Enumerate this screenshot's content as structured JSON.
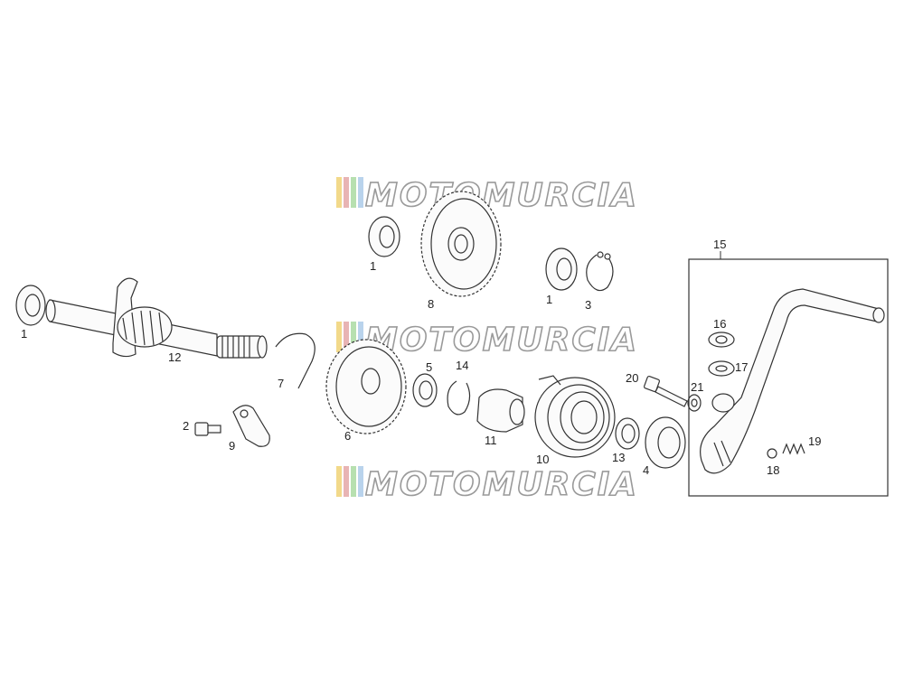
{
  "watermark": {
    "text": "MOTOMURCIA",
    "colors": [
      "#f2d98a",
      "#e8b4b4",
      "#b7e0b0",
      "#b9d3ec"
    ]
  },
  "callouts": {
    "c1a": "1",
    "c1b": "1",
    "c1c": "1",
    "c2": "2",
    "c3": "3",
    "c4": "4",
    "c5": "5",
    "c6": "6",
    "c7": "7",
    "c8": "8",
    "c9": "9",
    "c10": "10",
    "c11": "11",
    "c12": "12",
    "c13": "13",
    "c14": "14",
    "c15": "15",
    "c16": "16",
    "c17": "17",
    "c18": "18",
    "c19": "19",
    "c20": "20",
    "c21": "21"
  }
}
